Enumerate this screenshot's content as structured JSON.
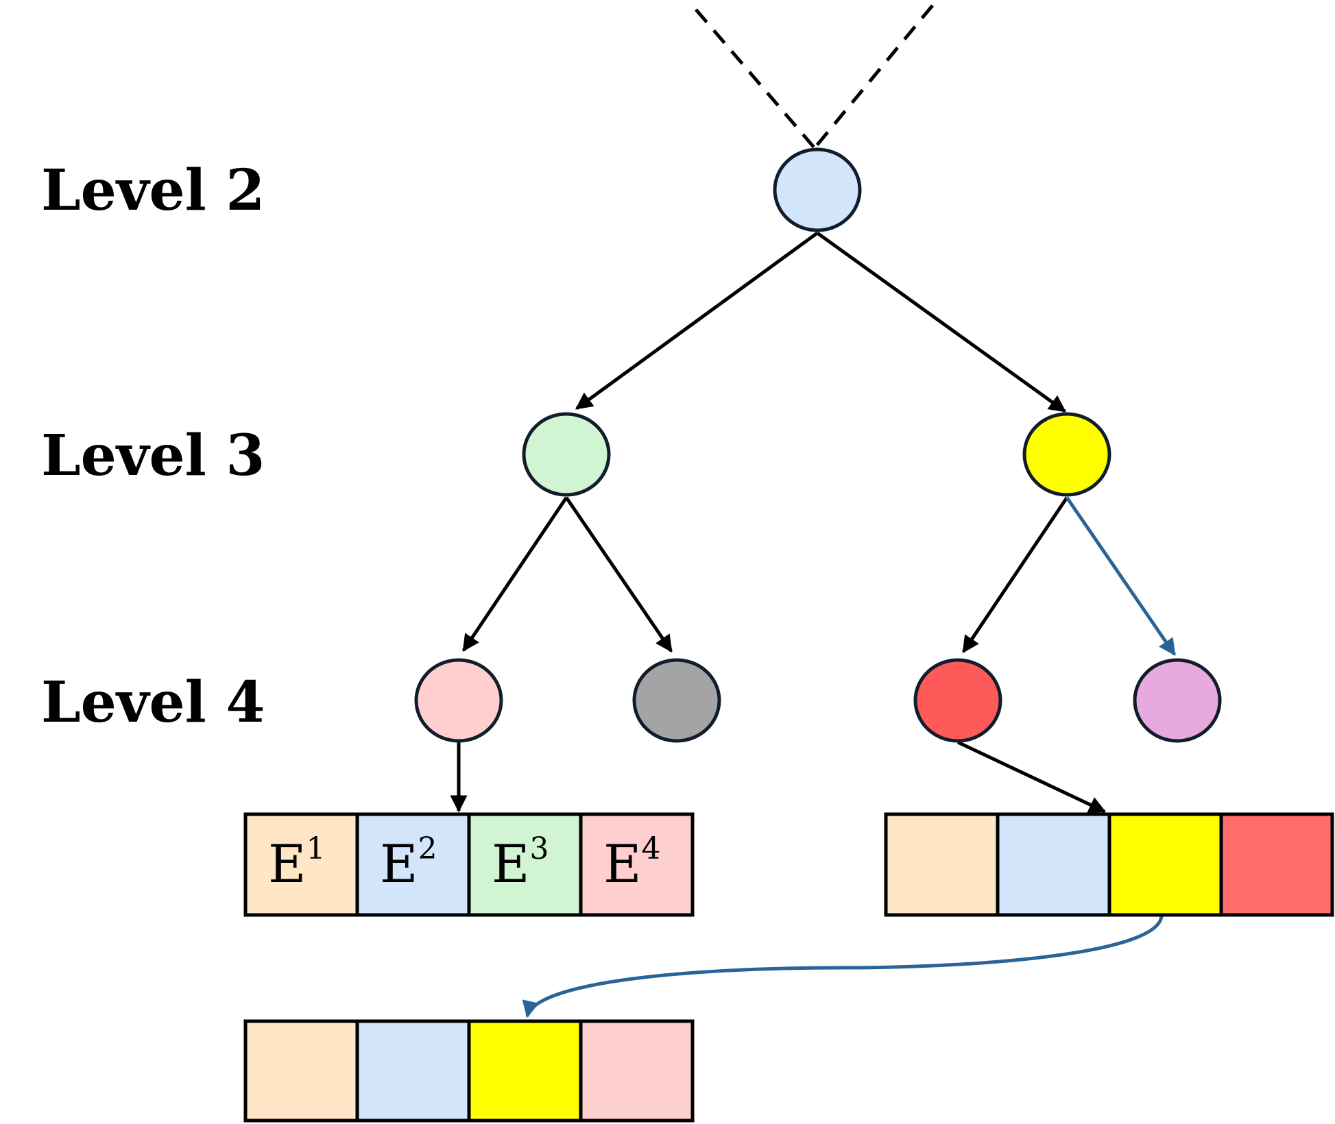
{
  "levels": [
    {
      "label": "Level 2"
    },
    {
      "label": "Level 3"
    },
    {
      "label": "Level 4"
    }
  ],
  "nodes": {
    "root": {
      "color": "#d3e5fa"
    },
    "level3_left": {
      "color": "#d1f5d3"
    },
    "level3_right": {
      "color": "#ffff00"
    },
    "level4_1": {
      "color": "#fdd0cf"
    },
    "level4_2": {
      "color": "#a4a4a4"
    },
    "level4_3": {
      "color": "#ff5a5a"
    },
    "level4_4": {
      "color": "#e6aade"
    }
  },
  "arrays": {
    "left": {
      "cells": [
        {
          "base": "E",
          "sup": "1",
          "color": "#fee6c7"
        },
        {
          "base": "E",
          "sup": "2",
          "color": "#d3e5fa"
        },
        {
          "base": "E",
          "sup": "3",
          "color": "#d1f5d3"
        },
        {
          "base": "E",
          "sup": "4",
          "color": "#fdd0cf"
        }
      ]
    },
    "right": {
      "cells": [
        {
          "color": "#fee6c7"
        },
        {
          "color": "#d3e5fa"
        },
        {
          "color": "#ffff00"
        },
        {
          "color": "#ff6e6a"
        }
      ]
    },
    "bottom": {
      "cells": [
        {
          "color": "#fee6c7"
        },
        {
          "color": "#d3e5fa"
        },
        {
          "color": "#ffff00"
        },
        {
          "color": "#fdd0cf"
        }
      ]
    }
  },
  "colors": {
    "edge": "#000000",
    "highlight_edge": "#2a6496"
  }
}
